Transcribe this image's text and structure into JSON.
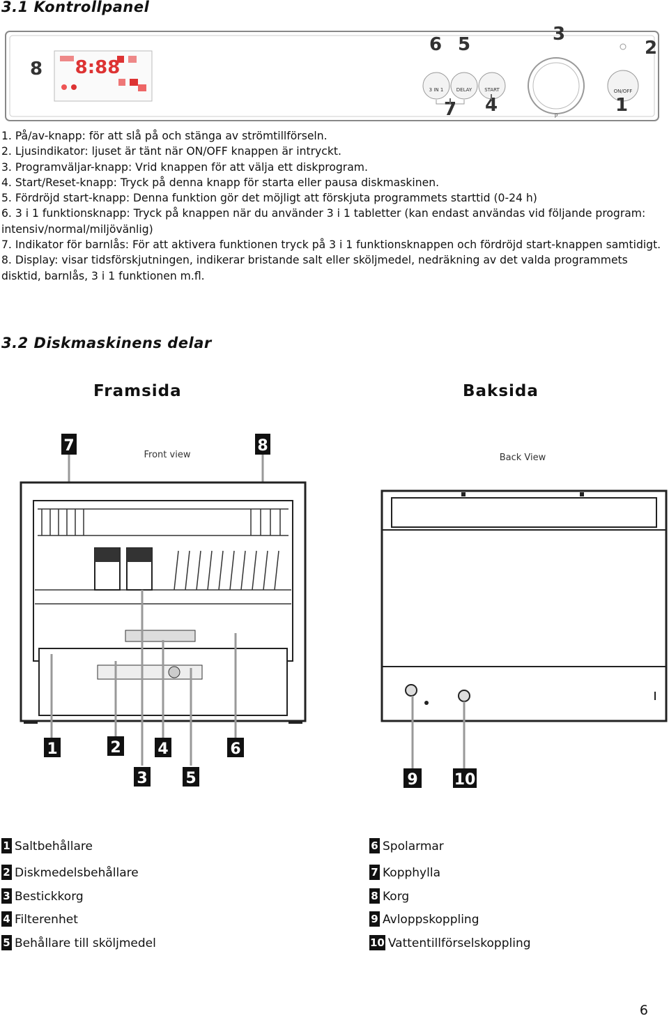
{
  "section1": {
    "title": "3.1 Kontrollpanel",
    "panel": {
      "display_text": "8:88",
      "callouts": [
        "8",
        "6",
        "5",
        "3",
        "2",
        "7",
        "4",
        "1"
      ],
      "button_labels": [
        "3 IN 1",
        "DELAY",
        "START",
        "ON/OFF"
      ],
      "knob_label": "P"
    },
    "items": [
      "1. På/av-knapp: för att slå på och stänga av strömtillförseln.",
      "2. Ljusindikator: ljuset är tänt när ON/OFF knappen är intryckt.",
      "3. Programväljar-knapp: Vrid knappen för att välja ett diskprogram.",
      "4. Start/Reset-knapp: Tryck på denna knapp för starta eller pausa diskmaskinen.",
      "5. Fördröjd start-knapp: Denna funktion gör det möjligt att förskjuta programmets starttid (0-24 h)",
      "6. 3 i 1 funktionsknapp: Tryck på knappen när du använder 3 i 1 tabletter (kan endast användas vid följande program: intensiv/normal/miljövänlig)",
      "7. Indikator för barnlås: För att aktivera funktionen tryck på 3 i 1 funktionsknappen och fördröjd start-knappen samtidigt.",
      "8. Display: visar tidsförskjutningen, indikerar bristande salt eller sköljmedel, nedräkning av det valda programmets disktid, barnlås, 3 i 1 funktionen m.fl."
    ]
  },
  "section2": {
    "title": "3.2 Diskmaskinens delar",
    "front_heading": "Framsida",
    "back_heading": "Baksida",
    "front_view_caption": "Front view",
    "back_view_caption": "Back View",
    "front_callouts_top": [
      "7",
      "8"
    ],
    "front_callouts_bottom": [
      "1",
      "2",
      "4",
      "6",
      "3",
      "5"
    ],
    "back_callouts": [
      "9",
      "10"
    ],
    "legend_left": [
      {
        "num": "1",
        "label": "Saltbehållare"
      },
      {
        "num": "2",
        "label": "Diskmedelsbehållare"
      },
      {
        "num": "3",
        "label": "Bestickkorg"
      },
      {
        "num": "4",
        "label": "Filterenhet"
      },
      {
        "num": "5",
        "label": "Behållare till sköljmedel"
      }
    ],
    "legend_right": [
      {
        "num": "6",
        "label": "Spolarmar"
      },
      {
        "num": "7",
        "label": "Kopphylla"
      },
      {
        "num": "8",
        "label": "Korg"
      },
      {
        "num": "9",
        "label": "Avloppskoppling"
      },
      {
        "num": "10",
        "label": "Vattentillförselskoppling"
      }
    ]
  },
  "page_number": "6"
}
